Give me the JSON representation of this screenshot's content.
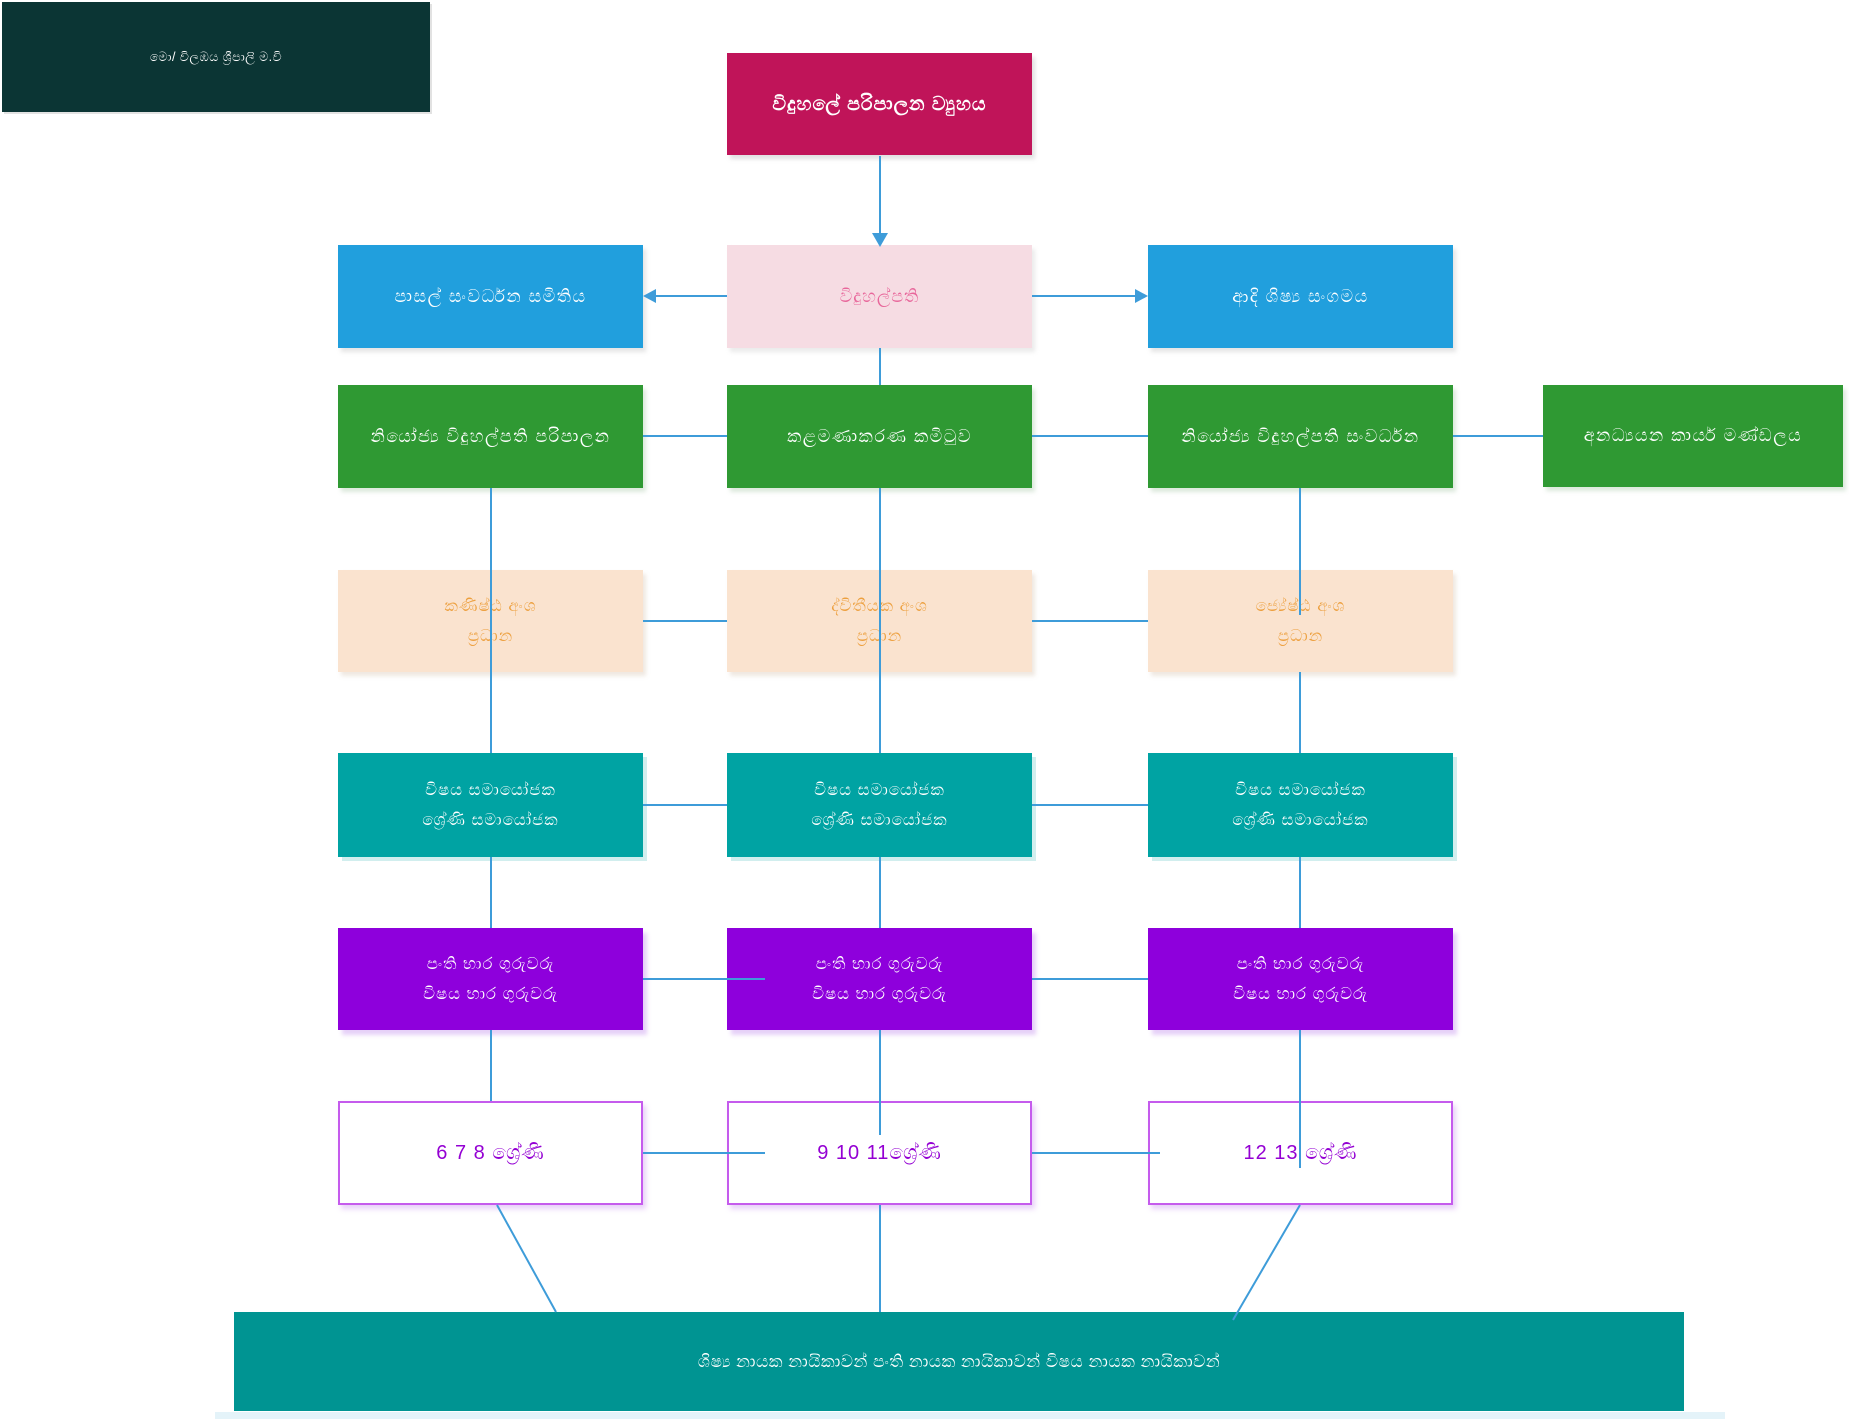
{
  "badge": {
    "label": "මො/ විලඹය ශ්‍රීපාලි ම.වි"
  },
  "title": {
    "label": "විදුහලේ පරිපාලන ව්‍යුහය"
  },
  "level1": {
    "sdc": "පාසල් සංවර්ධන සමිතිය",
    "principal": "විදුහල්පති",
    "osa": "ආදි ශිෂ්‍ය සංගමය"
  },
  "level2": {
    "dp_admin": "නියෝජ්‍ය විදුහල්පති පරිපාලන",
    "management_committee": "කළමණාකරණ කමිටුව",
    "dp_development": "නියෝජ්‍ය විදුහල්පති සංවර්ධන",
    "non_academic_staff": "අනධ්‍යයන කාර්ය මණ්ඩලය"
  },
  "level3": {
    "junior": {
      "line1": "කණිෂ්ඨ අංශ",
      "line2": "ප්‍රධාන"
    },
    "secondary": {
      "line1": "ද්විතීයක අංශ",
      "line2": "ප්‍රධාන"
    },
    "senior": {
      "line1": "ජ්‍යේෂ්ඨ අංශ",
      "line2": "ප්‍රධාන"
    }
  },
  "level4": {
    "c1": {
      "line1": "විෂය සමායෝජක",
      "line2": "ශ්‍රේණි සමායෝජක"
    },
    "c2": {
      "line1": "විෂය සමායෝජක",
      "line2": "ශ්‍රේණි සමායෝජක"
    },
    "c3": {
      "line1": "විෂය සමායෝජක",
      "line2": "ශ්‍රේණි සමායෝජක"
    }
  },
  "level5": {
    "t1": {
      "line1": "පංති භාර ගුරුවරු",
      "line2": "විෂය භාර ගුරුවරු"
    },
    "t2": {
      "line1": "පංති භාර ගුරුවරු",
      "line2": "විෂය භාර ගුරුවරු"
    },
    "t3": {
      "line1": "පංති භාර ගුරුවරු",
      "line2": "විෂය භාර ගුරුවරු"
    }
  },
  "level6": {
    "g678": "6 7 8 ශ්‍රේණි",
    "g91011": "9 10 11ශ්‍රේණි",
    "g1213": "12 13 ශ්‍රේණි"
  },
  "footer": {
    "label": "ශිෂ්‍ය නායක නායිකාවන් පංති නායක නායිකාවන් විෂය නායක නායිකාවන්"
  },
  "palette": {
    "badge_bg": "#0B3534",
    "title_bg": "#C01459",
    "blue_bg": "#219FDD",
    "pink_bg": "#F6DCE3",
    "pink_text": "#E8679B",
    "green_bg": "#2F9933",
    "peach_bg": "#FAE3CF",
    "peach_text": "#EDA03F",
    "teal_bg": "#00A3A3",
    "purple_bg": "#8E00DC",
    "grade_border": "#C55BED",
    "grade_text": "#9400D3",
    "footer_bg": "#009492",
    "connector": "#3E9CD9"
  }
}
